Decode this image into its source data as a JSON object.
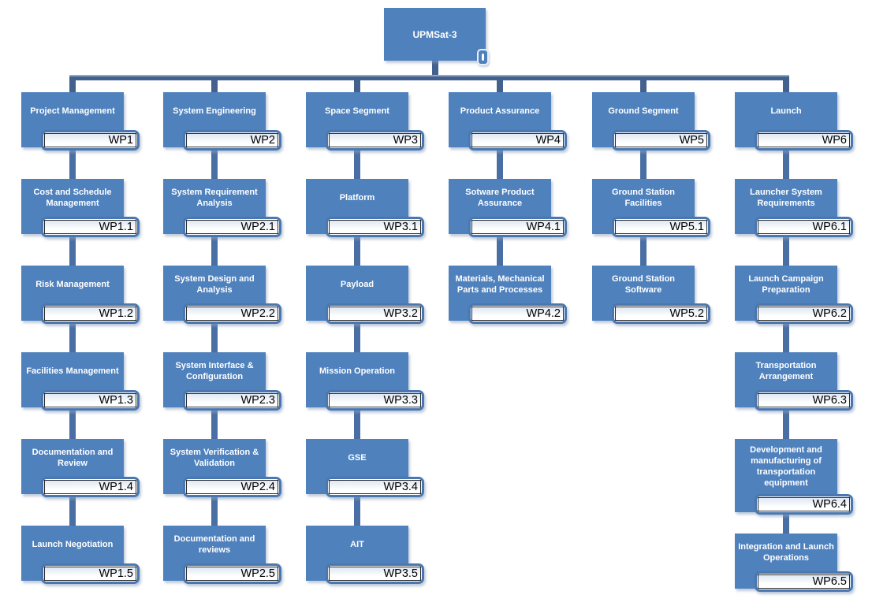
{
  "colors": {
    "node_fill": "#4F81BD",
    "connector": "#44618E",
    "connector_light": "#4A6FA5",
    "strip_border": "#4A77AF",
    "node_text": "#FFFFFF",
    "strip_text": "#000000"
  },
  "icons": {
    "root_tab": "collapse-tab-icon"
  },
  "root": {
    "label": "UPMSat-3"
  },
  "columns": [
    {
      "header": {
        "label": "Project Management",
        "wp": "WP1"
      },
      "children": [
        {
          "label": "Cost and Schedule Management",
          "wp": "WP1.1"
        },
        {
          "label": "Risk Management",
          "wp": "WP1.2"
        },
        {
          "label": "Facilities Management",
          "wp": "WP1.3"
        },
        {
          "label": "Documentation and Review",
          "wp": "WP1.4"
        },
        {
          "label": "Launch Negotiation",
          "wp": "WP1.5"
        }
      ]
    },
    {
      "header": {
        "label": "System Engineering",
        "wp": "WP2"
      },
      "children": [
        {
          "label": "System Requirement Analysis",
          "wp": "WP2.1"
        },
        {
          "label": "System Design and Analysis",
          "wp": "WP2.2"
        },
        {
          "label": "System Interface & Configuration",
          "wp": "WP2.3"
        },
        {
          "label": "System Verification & Validation",
          "wp": "WP2.4"
        },
        {
          "label": "Documentation and reviews",
          "wp": "WP2.5"
        }
      ]
    },
    {
      "header": {
        "label": "Space Segment",
        "wp": "WP3"
      },
      "children": [
        {
          "label": "Platform",
          "wp": "WP3.1"
        },
        {
          "label": "Payload",
          "wp": "WP3.2"
        },
        {
          "label": "Mission Operation",
          "wp": "WP3.3"
        },
        {
          "label": "GSE",
          "wp": "WP3.4"
        },
        {
          "label": "AIT",
          "wp": "WP3.5"
        }
      ]
    },
    {
      "header": {
        "label": "Product Assurance",
        "wp": "WP4"
      },
      "children": [
        {
          "label": "Sotware Product Assurance",
          "wp": "WP4.1"
        },
        {
          "label": "Materials, Mechanical Parts and Processes",
          "wp": "WP4.2"
        }
      ]
    },
    {
      "header": {
        "label": "Ground Segment",
        "wp": "WP5"
      },
      "children": [
        {
          "label": "Ground Station Facilities",
          "wp": "WP5.1"
        },
        {
          "label": "Ground Station Software",
          "wp": "WP5.2"
        }
      ]
    },
    {
      "header": {
        "label": "Launch",
        "wp": "WP6"
      },
      "children": [
        {
          "label": "Launcher System Requirements",
          "wp": "WP6.1"
        },
        {
          "label": "Launch Campaign Preparation",
          "wp": "WP6.2"
        },
        {
          "label": "Transportation Arrangement",
          "wp": "WP6.3"
        },
        {
          "label": "Development and manufacturing of transportation equipment",
          "wp": "WP6.4"
        },
        {
          "label": "Integration and Launch Operations",
          "wp": "WP6.5"
        }
      ]
    }
  ]
}
